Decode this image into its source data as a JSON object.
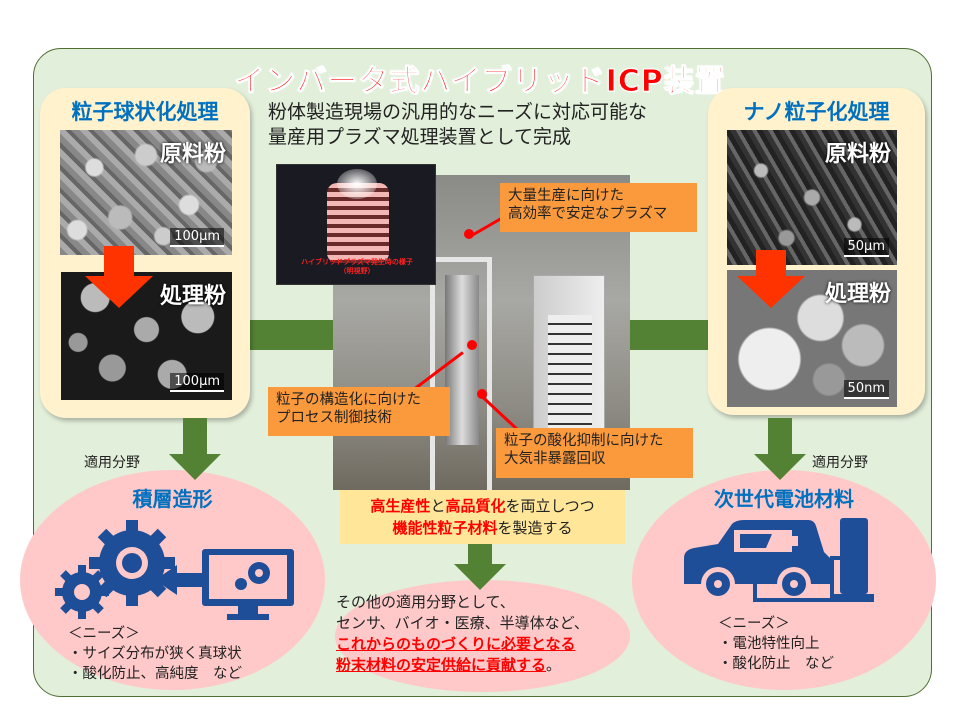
{
  "title": "インバータ式ハイブリッドICP装置",
  "subtitle": [
    "粉体製造現場の汎用的なニーズに対応可能な",
    "量産用プラズマ処理装置として完成"
  ],
  "left_panel": {
    "title": "粒子球状化処理",
    "raw_label": "原料粉",
    "raw_scale": "100μm",
    "processed_label": "処理粉",
    "processed_scale": "100μm"
  },
  "right_panel": {
    "title": "ナノ粒子化処理",
    "raw_label": "原料粉",
    "raw_scale": "50μm",
    "processed_label": "処理粉",
    "processed_scale": "50nm"
  },
  "inset_caption": [
    "ハイブリッドプラズマ発生時の様子",
    "（明視野）"
  ],
  "callouts": [
    [
      "大量生産に向けた",
      "高効率で安定なプラズマ"
    ],
    [
      "粒子の構造化に向けた",
      "プロセス制御技術"
    ],
    [
      "粒子の酸化抑制に向けた",
      "大気非暴露回収"
    ]
  ],
  "summary": {
    "line1": [
      {
        "t": "高生産性",
        "red": true
      },
      {
        "t": "と",
        "red": false
      },
      {
        "t": "高品質化",
        "red": true
      },
      {
        "t": "を両立しつつ",
        "red": false
      }
    ],
    "line2": [
      {
        "t": "機能性粒子材料",
        "red": true
      },
      {
        "t": "を製造する",
        "red": false
      }
    ]
  },
  "application_label": "適用分野",
  "left_app": {
    "title": "積層造形",
    "needs_header": "＜ニーズ＞",
    "needs": [
      "・サイズ分布が狭く真球状",
      "・酸化防止、高純度　など"
    ]
  },
  "right_app": {
    "title": "次世代電池材料",
    "needs_header": "＜ニーズ＞",
    "needs": [
      "・電池特性向上",
      "・酸化防止　など"
    ]
  },
  "other": {
    "lines": [
      "その他の適用分野として、",
      "センサ、バイオ・医療、半導体など、"
    ],
    "emph": [
      "これからのものづくりに必要となる",
      "粉末材料の安定供給に貢献する"
    ],
    "end": "。"
  },
  "colors": {
    "title": "#ff0000",
    "heading": "#0070c0",
    "arrow": "#548235",
    "callout": "#fb9a3c",
    "icon": "#1f4e99"
  }
}
